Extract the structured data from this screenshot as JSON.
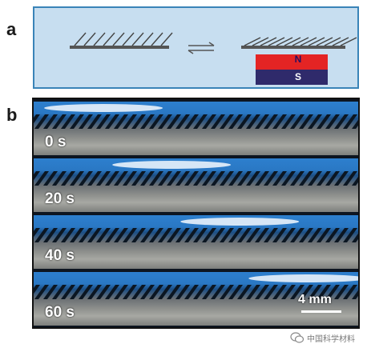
{
  "panel_a": {
    "letter": "a",
    "magnet_north": "N",
    "magnet_south": "S",
    "colors": {
      "background": "#c7def0",
      "border": "#3a84b8",
      "magnet_north": "#e42424",
      "magnet_south": "#2f2a6b",
      "cilia": "#444444",
      "arrows": "#555555"
    }
  },
  "panel_b": {
    "letter": "b",
    "frames": [
      {
        "time": "0 s",
        "droplet_position": 0.02
      },
      {
        "time": "20 s",
        "droplet_position": 0.23
      },
      {
        "time": "40 s",
        "droplet_position": 0.44
      },
      {
        "time": "60 s",
        "droplet_position": 0.65
      }
    ],
    "scale_bar": {
      "label": "4 mm"
    }
  },
  "watermark": {
    "text": "中国科学材料"
  }
}
